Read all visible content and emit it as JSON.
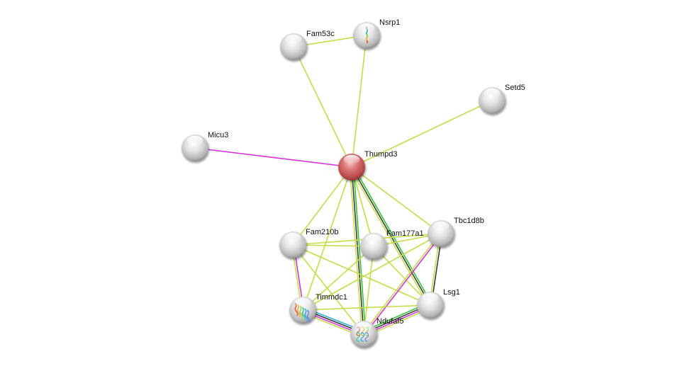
{
  "title": "Protein interaction network",
  "colors": {
    "textmining": "#c6dc46",
    "coexpression": "#3a3a3a",
    "experiments": "#d232d8",
    "database": "#32aee0",
    "neighborhood": "#2ec42e",
    "query_node": "#d55f5f",
    "node": "#d8d8d8"
  },
  "nodes": [
    {
      "id": "Thumpd3",
      "label": "Thumpd3",
      "query": true,
      "structure": false
    },
    {
      "id": "Fam53c",
      "label": "Fam53c",
      "query": false,
      "structure": false
    },
    {
      "id": "Nsrp1",
      "label": "Nsrp1",
      "query": false,
      "structure": true
    },
    {
      "id": "Setd5",
      "label": "Setd5",
      "query": false,
      "structure": false
    },
    {
      "id": "Micu3",
      "label": "Micu3",
      "query": false,
      "structure": false
    },
    {
      "id": "Fam210b",
      "label": "Fam210b",
      "query": false,
      "structure": false
    },
    {
      "id": "Fam177a1",
      "label": "Fam177a1",
      "query": false,
      "structure": false
    },
    {
      "id": "Tbc1d8b",
      "label": "Tbc1d8b",
      "query": false,
      "structure": false
    },
    {
      "id": "Timmdc1",
      "label": "Timmdc1",
      "query": false,
      "structure": true
    },
    {
      "id": "Lsg1",
      "label": "Lsg1",
      "query": false,
      "structure": false
    },
    {
      "id": "Ndufaf5",
      "label": "Ndufaf5",
      "query": false,
      "structure": true
    }
  ],
  "edges": [
    {
      "source": "Fam53c",
      "target": "Nsrp1",
      "evidence": [
        "textmining"
      ]
    },
    {
      "source": "Fam53c",
      "target": "Thumpd3",
      "evidence": [
        "textmining"
      ]
    },
    {
      "source": "Nsrp1",
      "target": "Thumpd3",
      "evidence": [
        "textmining"
      ]
    },
    {
      "source": "Setd5",
      "target": "Thumpd3",
      "evidence": [
        "textmining"
      ]
    },
    {
      "source": "Micu3",
      "target": "Thumpd3",
      "evidence": [
        "experiments"
      ]
    },
    {
      "source": "Thumpd3",
      "target": "Fam210b",
      "evidence": [
        "textmining"
      ]
    },
    {
      "source": "Thumpd3",
      "target": "Fam177a1",
      "evidence": [
        "textmining"
      ]
    },
    {
      "source": "Thumpd3",
      "target": "Tbc1d8b",
      "evidence": [
        "textmining"
      ]
    },
    {
      "source": "Thumpd3",
      "target": "Timmdc1",
      "evidence": [
        "textmining"
      ]
    },
    {
      "source": "Thumpd3",
      "target": "Ndufaf5",
      "evidence": [
        "neighborhood",
        "coexpression",
        "textmining"
      ]
    },
    {
      "source": "Thumpd3",
      "target": "Lsg1",
      "evidence": [
        "neighborhood",
        "coexpression",
        "textmining"
      ]
    },
    {
      "source": "Fam210b",
      "target": "Fam177a1",
      "evidence": [
        "textmining"
      ]
    },
    {
      "source": "Fam210b",
      "target": "Tbc1d8b",
      "evidence": [
        "textmining"
      ]
    },
    {
      "source": "Fam210b",
      "target": "Timmdc1",
      "evidence": [
        "experiments",
        "textmining"
      ]
    },
    {
      "source": "Fam210b",
      "target": "Ndufaf5",
      "evidence": [
        "textmining"
      ]
    },
    {
      "source": "Fam210b",
      "target": "Lsg1",
      "evidence": [
        "textmining"
      ]
    },
    {
      "source": "Fam177a1",
      "target": "Tbc1d8b",
      "evidence": [
        "textmining"
      ]
    },
    {
      "source": "Fam177a1",
      "target": "Timmdc1",
      "evidence": [
        "textmining"
      ]
    },
    {
      "source": "Fam177a1",
      "target": "Ndufaf5",
      "evidence": [
        "textmining"
      ]
    },
    {
      "source": "Fam177a1",
      "target": "Lsg1",
      "evidence": [
        "textmining"
      ]
    },
    {
      "source": "Tbc1d8b",
      "target": "Timmdc1",
      "evidence": [
        "textmining"
      ]
    },
    {
      "source": "Tbc1d8b",
      "target": "Ndufaf5",
      "evidence": [
        "experiments",
        "textmining"
      ]
    },
    {
      "source": "Tbc1d8b",
      "target": "Lsg1",
      "evidence": [
        "coexpression",
        "textmining"
      ]
    },
    {
      "source": "Timmdc1",
      "target": "Ndufaf5",
      "evidence": [
        "database",
        "coexpression",
        "experiments",
        "textmining"
      ]
    },
    {
      "source": "Timmdc1",
      "target": "Lsg1",
      "evidence": [
        "textmining"
      ]
    },
    {
      "source": "Ndufaf5",
      "target": "Lsg1",
      "evidence": [
        "neighborhood",
        "coexpression",
        "experiments",
        "textmining"
      ]
    }
  ]
}
